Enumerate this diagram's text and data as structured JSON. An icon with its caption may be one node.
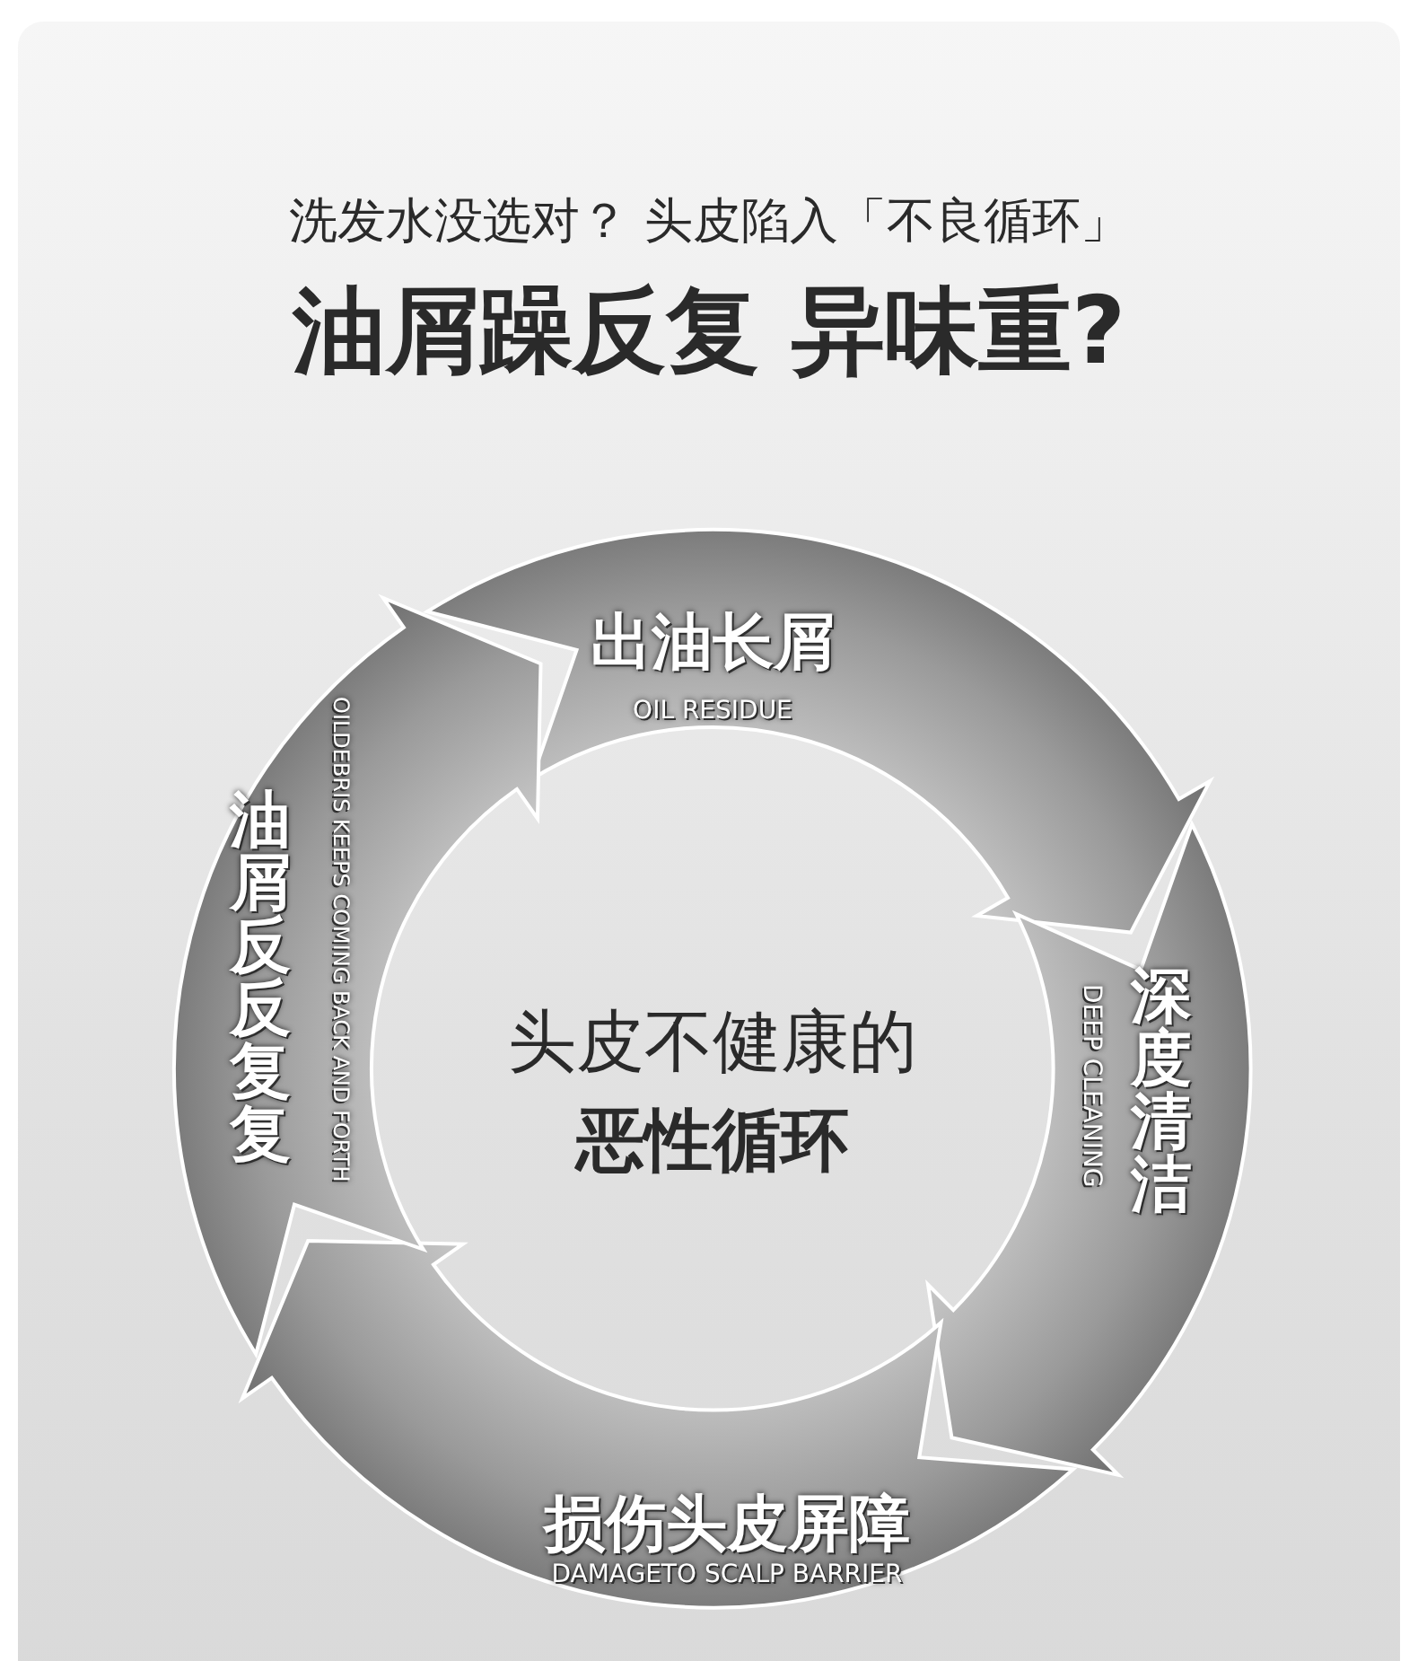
{
  "diagram": {
    "title": "油屑躁反复 异味重?",
    "nodes": [
      {
        "text": [
          "出油长屑",
          "OIL RESIDUE"
        ]
      },
      {
        "text": [
          "深度清洁",
          "DEEP CLEANING"
        ]
      },
      {
        "text": [
          "损伤头皮屏障",
          "DAMAGETO SCALP BARRIER"
        ]
      },
      {
        "text": [
          "油屑反反复复",
          "OILDEBRIS KEEPS COMING BACK AND FORTH"
        ]
      }
    ],
    "labels": [
      "洗发水没选对？ 头皮陷入「不良循环」",
      "头皮不健康的",
      "恶性循环"
    ]
  }
}
